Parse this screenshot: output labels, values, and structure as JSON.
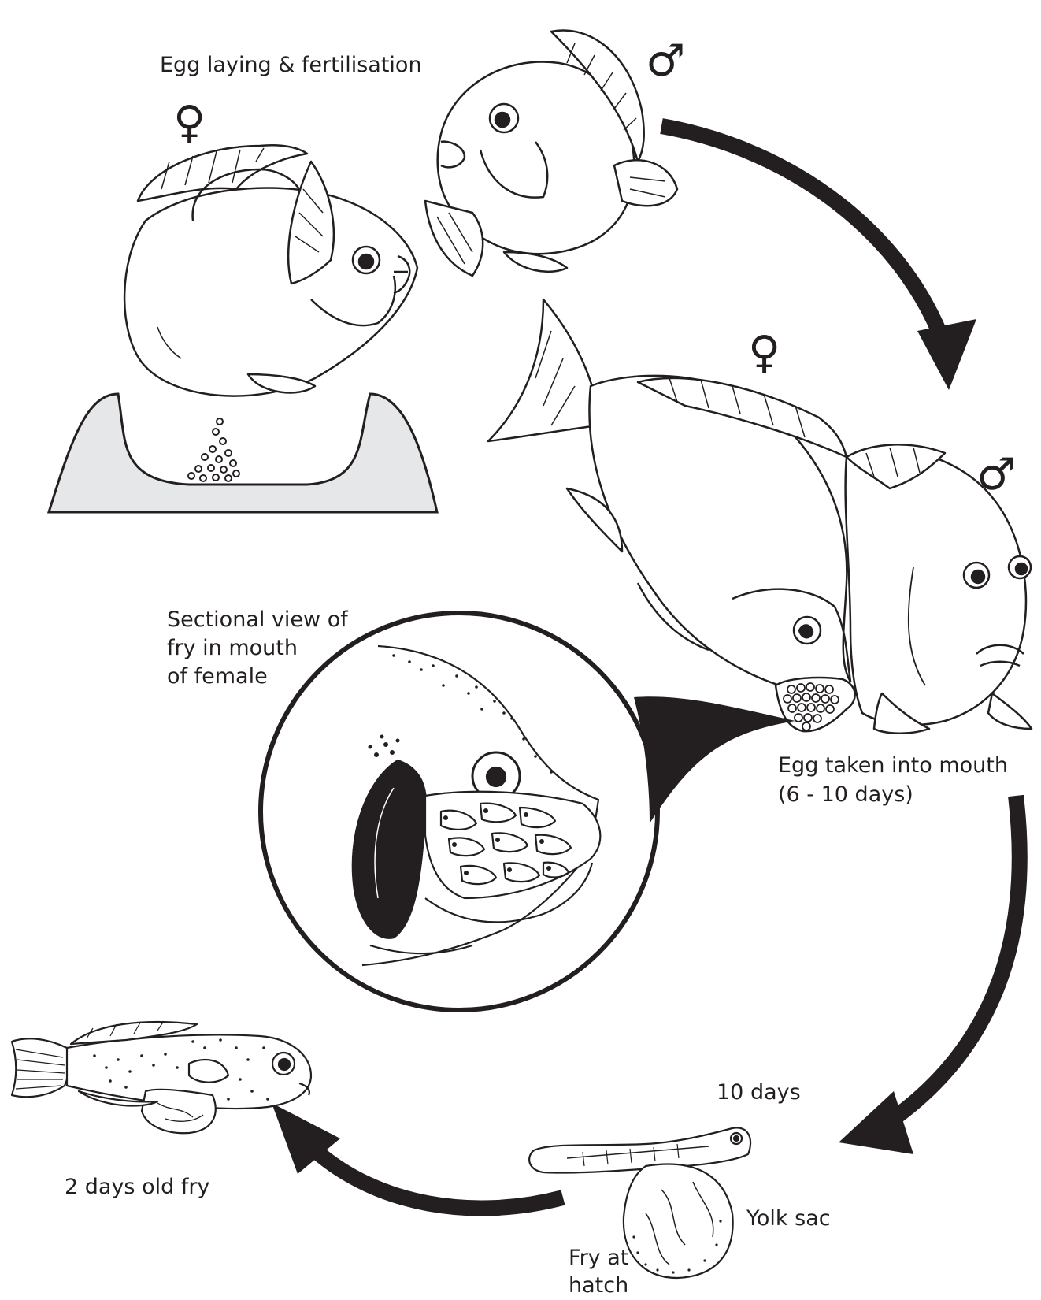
{
  "labels": {
    "egg_laying": "Egg laying & fertilisation",
    "sectional_view": [
      "Sectional view of",
      "fry in mouth",
      "of female"
    ],
    "egg_mouth": [
      "Egg taken into mouth",
      "(6 - 10 days)"
    ],
    "ten_days": "10 days",
    "yolk_sac": "Yolk sac",
    "fry_hatch": [
      "Fry at",
      "hatch"
    ],
    "two_days": "2 days old fry"
  },
  "symbols": {
    "female": "♀",
    "male": "♂"
  },
  "colors": {
    "ink": "#231f20",
    "substrate": "#e6e7e8"
  }
}
